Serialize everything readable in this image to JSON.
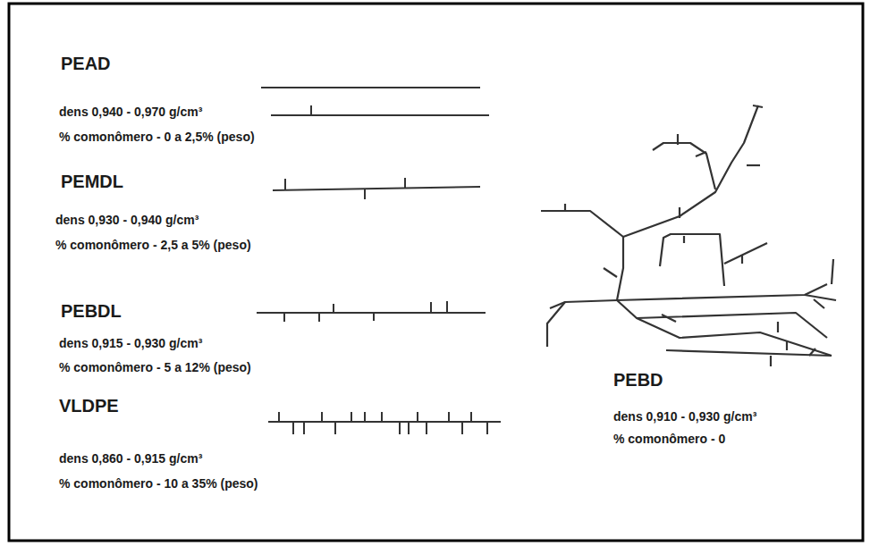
{
  "diagram": {
    "labels": [
      "PEAD",
      "dens 0,940 - 0,970 g/cm³",
      "% comonômero - 0 a 2,5% (peso)",
      "PEMDL",
      "dens 0,930 - 0,940 g/cm³",
      "% comonômero - 2,5 a 5% (peso)",
      "PEBDL",
      "dens 0,915 - 0,930 g/cm³",
      "% comonômero - 5 a 12% (peso)",
      "VLDPE",
      "dens 0,860 - 0,915 g/cm³",
      "% comonômero - 10 a 35% (peso)",
      "PEBD",
      "dens 0,910 - 0,930 g/cm³",
      "% comonômero - 0"
    ]
  }
}
